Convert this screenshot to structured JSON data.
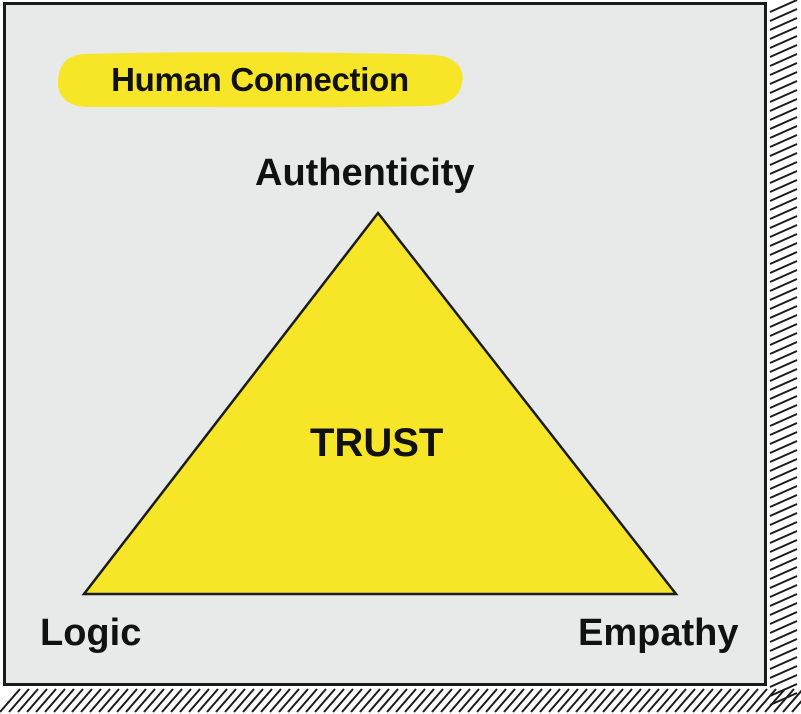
{
  "title": "Human Connection",
  "vertices": {
    "top": "Authenticity",
    "left": "Logic",
    "right": "Empathy"
  },
  "center": "TRUST",
  "colors": {
    "accent": "#f7e628",
    "panel": "#e8e9e9",
    "ink": "#111111"
  }
}
